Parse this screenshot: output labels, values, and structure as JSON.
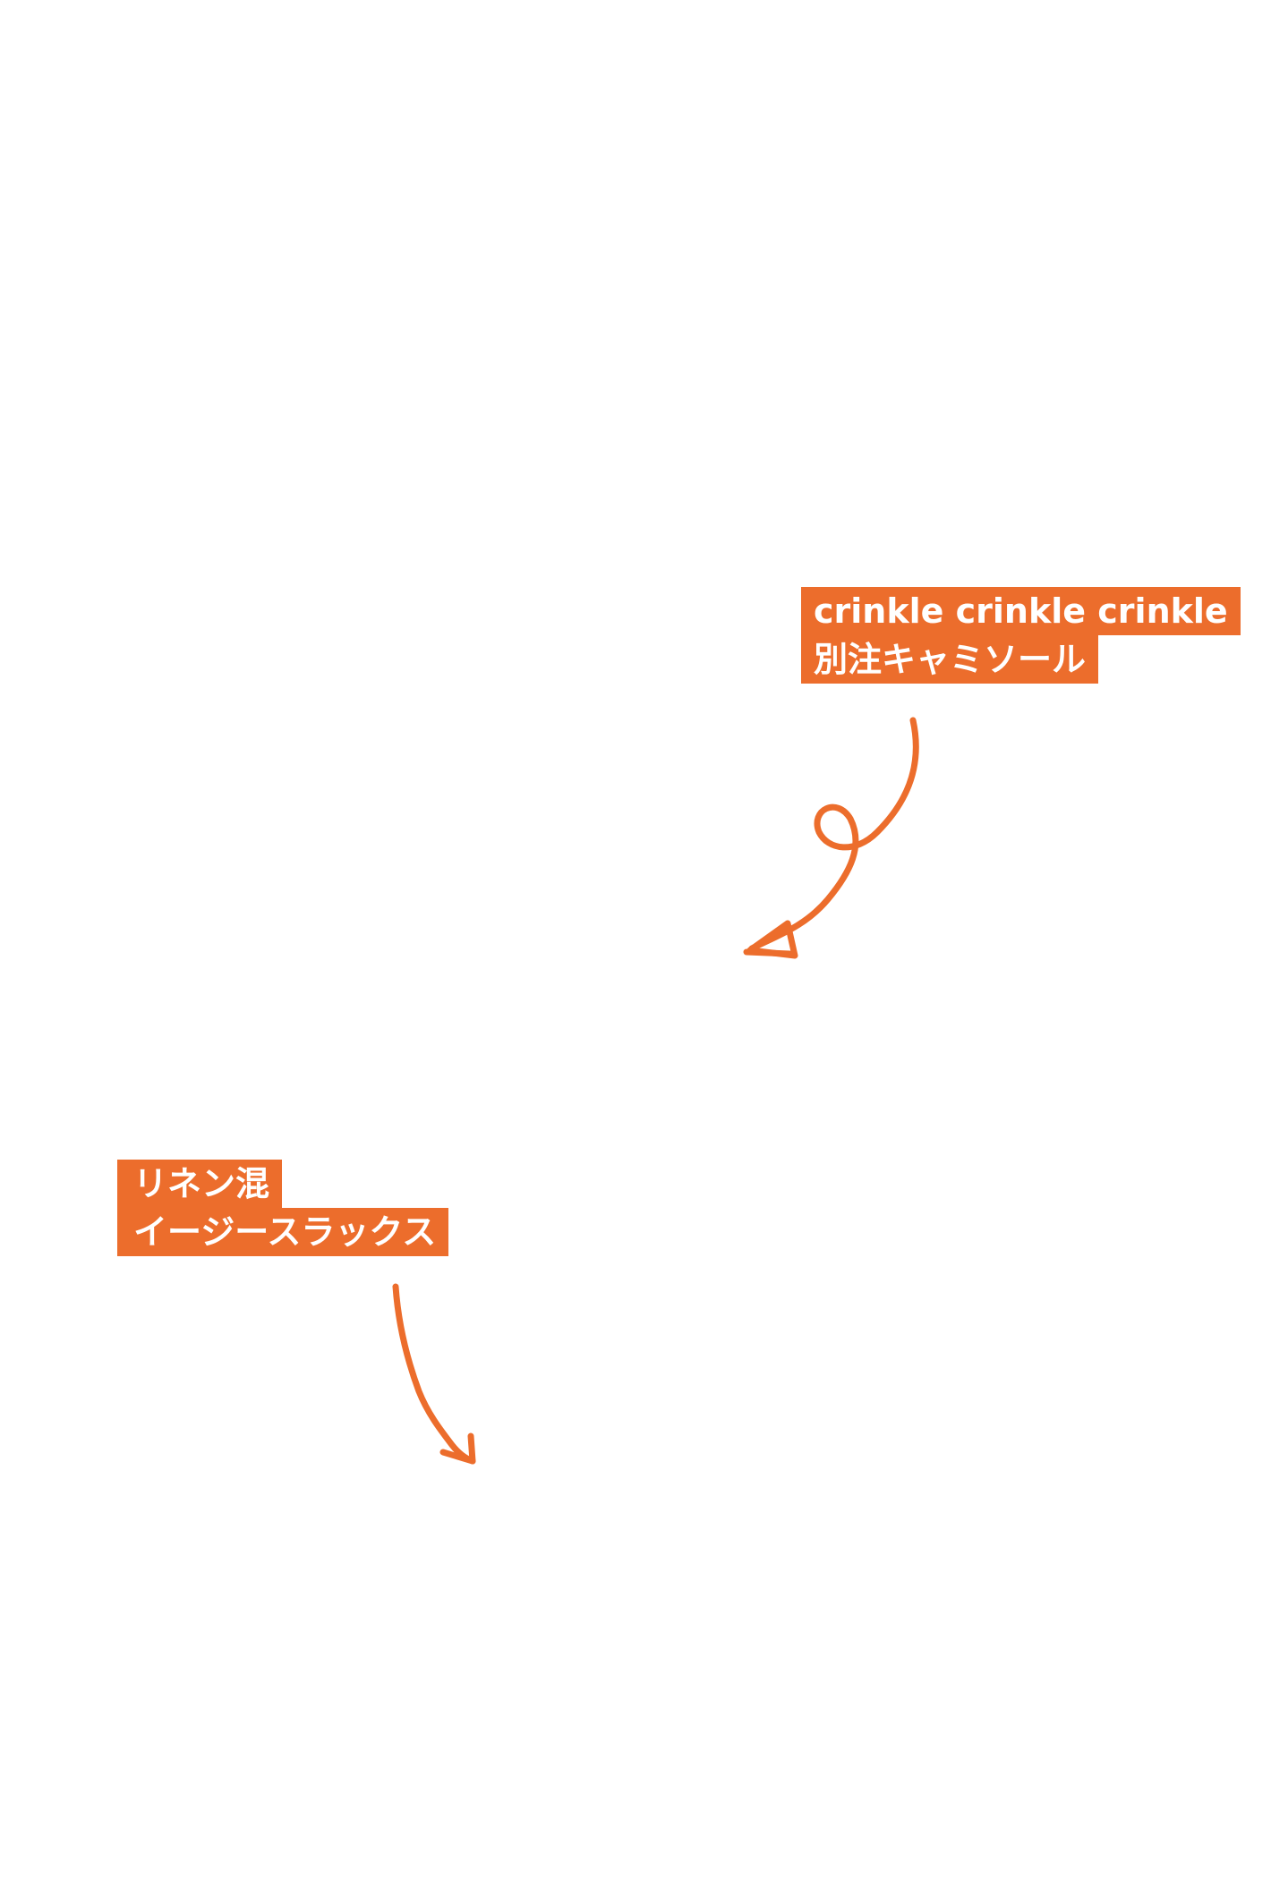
{
  "labels": {
    "camisole": {
      "line1": "crinkle crinkle crinkle",
      "line2": "別注キャミソール"
    },
    "slacks": {
      "line1": "リネン混",
      "line2": "イージースラックス"
    }
  },
  "colors": {
    "accent": "#ec6d2c",
    "label_text": "#ffffff",
    "background": "#ffffff"
  },
  "icons": {
    "arrow_top": "curly-arrow-icon",
    "arrow_bottom": "arrow-icon"
  }
}
